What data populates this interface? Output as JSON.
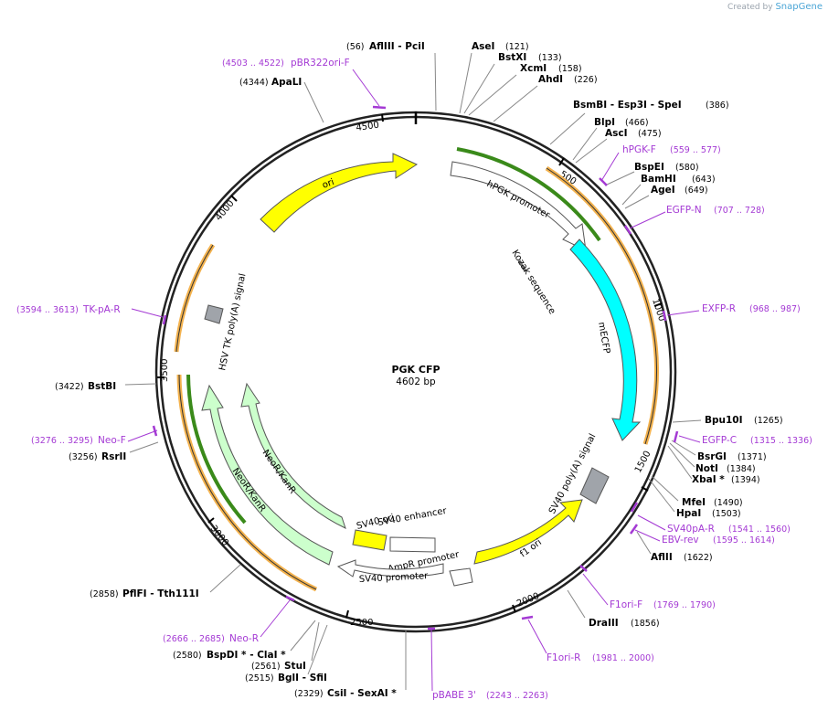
{
  "credit": {
    "prefix": "Created by",
    "brand": "SnapGene"
  },
  "plasmid": {
    "name": "PGK CFP",
    "size": "4602 bp"
  },
  "ticks": [
    "500",
    "1000",
    "1500",
    "2000",
    "2500",
    "3000",
    "3500",
    "4000",
    "4500"
  ],
  "features": {
    "ori": "ori",
    "hpgk": "hPGK promoter",
    "kozak": "Kozak sequence",
    "mecfp": "mECFP",
    "sv40pa": "SV40 poly(A) signal",
    "f1ori": "f1 ori",
    "ampr": "AmpR promoter",
    "sv40prom": "SV40 promoter",
    "sv40ori": "SV40 ori",
    "sv40enh": "SV40 enhancer",
    "neo1": "NeoR/KanR",
    "neo2": "NeoR/KanR",
    "hsvtk": "HSV TK poly(A) signal"
  },
  "sites": [
    {
      "id": "afliii",
      "num": "(56)",
      "name": "AflIII  - PciI"
    },
    {
      "id": "asei",
      "name": "AseI",
      "num": "(121)"
    },
    {
      "id": "bstxi",
      "name": "BstXI",
      "num": "(133)"
    },
    {
      "id": "xcmi",
      "name": "XcmI",
      "num": "(158)"
    },
    {
      "id": "ahdi",
      "name": "AhdI",
      "num": "(226)"
    },
    {
      "id": "bsmbi",
      "name": "BsmBI   - Esp3I   - SpeI",
      "num": "(386)"
    },
    {
      "id": "blpi",
      "name": "BlpI",
      "num": "(466)"
    },
    {
      "id": "asci",
      "name": "AscI",
      "num": "(475)"
    },
    {
      "id": "bspei",
      "name": "BspEI",
      "num": "(580)"
    },
    {
      "id": "bamhi",
      "name": "BamHI",
      "num": "(643)"
    },
    {
      "id": "agei",
      "name": "AgeI",
      "num": "(649)"
    },
    {
      "id": "bpu10i",
      "name": "Bpu10I",
      "num": "(1265)"
    },
    {
      "id": "bsrgi",
      "name": "BsrGI",
      "num": "(1371)"
    },
    {
      "id": "noti",
      "name": "NotI",
      "num": "(1384)"
    },
    {
      "id": "xbai",
      "name": "XbaI *",
      "num": "(1394)"
    },
    {
      "id": "mfei",
      "name": "MfeI",
      "num": "(1490)"
    },
    {
      "id": "hpai",
      "name": "HpaI",
      "num": "(1503)"
    },
    {
      "id": "afliii2",
      "name": "AflII",
      "num": "(1622)"
    },
    {
      "id": "draiii",
      "name": "DraIII",
      "num": "(1856)"
    },
    {
      "id": "csii",
      "num": "(2329)",
      "name": "CsiI   - SexAI *"
    },
    {
      "id": "bgli",
      "num": "(2515)",
      "name": "BglI   - SfiI"
    },
    {
      "id": "stui",
      "num": "(2561)",
      "name": "StuI"
    },
    {
      "id": "bspdi",
      "num": "(2580)",
      "name": "BspDI *   - ClaI *"
    },
    {
      "id": "pflfi",
      "num": "(2858)",
      "name": "PflFI   - Tth111I"
    },
    {
      "id": "rsrii",
      "num": "(3256)",
      "name": "RsrII"
    },
    {
      "id": "bstbi",
      "num": "(3422)",
      "name": "BstBI"
    },
    {
      "id": "apali",
      "num": "(4344)",
      "name": "ApaLI"
    }
  ],
  "primers": [
    {
      "id": "pbr",
      "num": "(4503 .. 4522)",
      "name": "pBR322ori-F"
    },
    {
      "id": "hpgkf",
      "name": "hPGK-F",
      "num": "(559 .. 577)"
    },
    {
      "id": "egfpn",
      "name": "EGFP-N",
      "num": "(707 .. 728)"
    },
    {
      "id": "exfpr",
      "name": "EXFP-R",
      "num": "(968 .. 987)"
    },
    {
      "id": "egfpc",
      "name": "EGFP-C",
      "num": "(1315 .. 1336)"
    },
    {
      "id": "sv40par",
      "name": "SV40pA-R",
      "num": "(1541 .. 1560)"
    },
    {
      "id": "ebvrev",
      "name": "EBV-rev",
      "num": "(1595 .. 1614)"
    },
    {
      "id": "f1orif",
      "name": "F1ori-F",
      "num": "(1769 .. 1790)"
    },
    {
      "id": "f1orir",
      "name": "F1ori-R",
      "num": "(1981 .. 2000)"
    },
    {
      "id": "pbabe",
      "name": "pBABE 3'",
      "num": "(2243 .. 2263)"
    },
    {
      "id": "neor",
      "num": "(2666 .. 2685)",
      "name": "Neo-R"
    },
    {
      "id": "neof",
      "num": "(3276 .. 3295)",
      "name": "Neo-F"
    },
    {
      "id": "tkpar",
      "num": "(3594 .. 3613)",
      "name": "TK-pA-R"
    }
  ],
  "colors": {
    "ori": "#ffff00",
    "mecfp": "#00ffff",
    "neo": "#ccffcc",
    "gray": "#a0a4aa",
    "primer": "#a43ad4",
    "orange": "#f0a030",
    "green": "#3a8a1a"
  }
}
